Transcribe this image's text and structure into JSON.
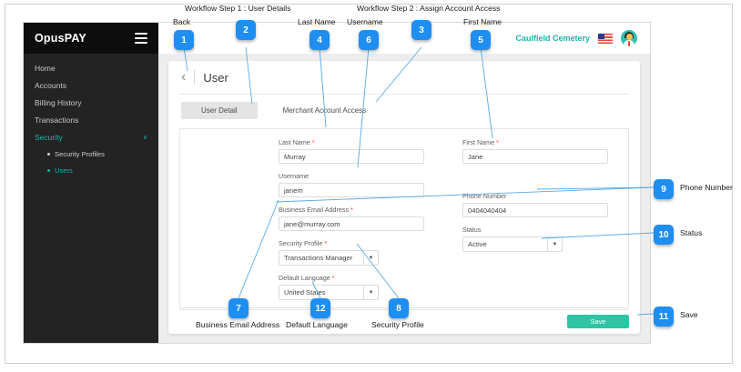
{
  "app": {
    "brand": "OpusPAY",
    "menu_icon": "hamburger-icon",
    "sidebar": {
      "items": [
        {
          "label": "Home",
          "active": false
        },
        {
          "label": "Accounts",
          "active": false
        },
        {
          "label": "Billing History",
          "active": false
        },
        {
          "label": "Transactions",
          "active": false
        },
        {
          "label": "Security",
          "active": true,
          "chevron": "∨"
        }
      ],
      "sub_items": [
        {
          "label": "Security Profiles",
          "active": false
        },
        {
          "label": "Users",
          "active": true
        }
      ]
    },
    "topbar": {
      "org_name": "Caulfield Cemetery",
      "flag_icon": "us-flag-icon",
      "avatar_icon": "user-avatar-icon"
    },
    "page": {
      "back_icon": "‹",
      "title": "User",
      "tabs": [
        {
          "label": "User Detail",
          "active": true
        },
        {
          "label": "Merchant Account Access",
          "active": false
        }
      ]
    },
    "form": {
      "last_name": {
        "label": "Last Name",
        "required": true,
        "value": "Murray"
      },
      "first_name": {
        "label": "First Name",
        "required": true,
        "value": "Jane"
      },
      "username": {
        "label": "Username",
        "required": false,
        "value": "janem"
      },
      "business_email": {
        "label": "Business Email Address",
        "required": true,
        "value": "jane@murray.com"
      },
      "phone_number": {
        "label": "Phone Number",
        "required": false,
        "value": "0404040404"
      },
      "security_profile": {
        "label": "Security Profile",
        "required": true,
        "value": "Transactions Manager"
      },
      "status": {
        "label": "Status",
        "required": false,
        "value": "Active"
      },
      "default_language": {
        "label": "Default Language",
        "required": true,
        "value": "United States"
      }
    },
    "save_label": "Save"
  },
  "annotations": {
    "headings": [
      {
        "text": "Workflow Step 1 : User Details"
      },
      {
        "text": "Workflow Step 2 : Assign Account Access"
      }
    ],
    "callouts": [
      {
        "number": "1",
        "label": "Back"
      },
      {
        "number": "2",
        "label": ""
      },
      {
        "number": "3",
        "label": ""
      },
      {
        "number": "4",
        "label": "Last Name"
      },
      {
        "number": "5",
        "label": "First Name"
      },
      {
        "number": "6",
        "label": "Username"
      },
      {
        "number": "7",
        "label": "Business Email Address"
      },
      {
        "number": "8",
        "label": "Security Profile"
      },
      {
        "number": "9",
        "label": "Phone Number"
      },
      {
        "number": "10",
        "label": "Status"
      },
      {
        "number": "11",
        "label": "Save"
      },
      {
        "number": "12",
        "label": "Default Language"
      }
    ],
    "accent_color": "#1f8ef1",
    "leader_color": "#5aa9e6"
  }
}
